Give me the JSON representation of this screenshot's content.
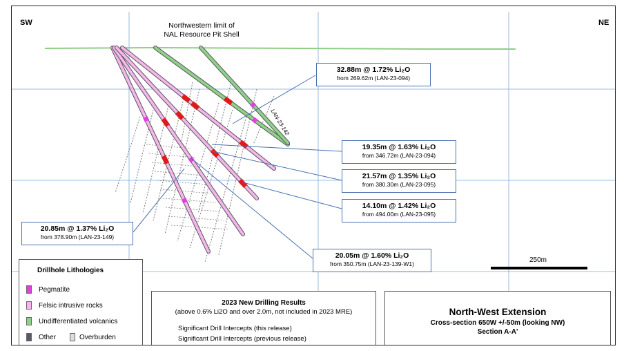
{
  "orientation": {
    "left": "SW",
    "right": "NE"
  },
  "limit_note": {
    "line1": "Northwestern limit of",
    "line2": "NAL Resource Pit Shell"
  },
  "hole_label": "LAN-23-142",
  "callouts": [
    {
      "id": "c1",
      "main": "32.88m @ 1.72% Li₂O",
      "sub": "from 269.62m  (LAN-23-094)"
    },
    {
      "id": "c2",
      "main": "19.35m @ 1.63% Li₂O",
      "sub": "from 346.72m  (LAN-23-094)"
    },
    {
      "id": "c3",
      "main": "21.57m @ 1.35% Li₂O",
      "sub": "from 380.30m  (LAN-23-095)"
    },
    {
      "id": "c4",
      "main": "14.10m @ 1.42% Li₂O",
      "sub": "from 494.00m  (LAN-23-095)"
    },
    {
      "id": "c5",
      "main": "20.85m @ 1.37% Li₂O",
      "sub": "from 378.90m  (LAN-23-149)"
    },
    {
      "id": "c6",
      "main": "20.05m @ 1.60% Li₂O",
      "sub": "from 350.75m  (LAN-23-139-W1)"
    }
  ],
  "scale_bar": {
    "label": "250m"
  },
  "lithology_legend": {
    "title": "Drillhole Lithologies",
    "items": [
      {
        "label": "Pegmatite",
        "color": "#e040e0"
      },
      {
        "label": "Felsic intrusive rocks",
        "color": "#f4b6ec"
      },
      {
        "label": "Undifferentiated volcanics",
        "color": "#8fd08a"
      },
      {
        "label": "Other",
        "color": "#555a66"
      },
      {
        "label": "Overburden",
        "color": "#dddddd"
      }
    ]
  },
  "results_legend": {
    "title": "2023 New Drilling Results",
    "subtitle": "(above 0.6% Li2O and over 2.0m, not included in 2023 MRE)",
    "item1": "Significant Drill Intercepts (this release)",
    "item2": "Significant Drill Intercepts (previous release)"
  },
  "title_block": {
    "title": "North-West Extension",
    "line2": "Cross-section 650W +/-50m (looking NW)",
    "line3": "Section A-A'"
  },
  "colors": {
    "pegmatite": "#e040e0",
    "felsic": "#f4b6ec",
    "volcanics": "#8fd08a",
    "intercept": "#e0191b",
    "callout_border": "#4a6fb0",
    "grid": "#7fa6d6"
  }
}
